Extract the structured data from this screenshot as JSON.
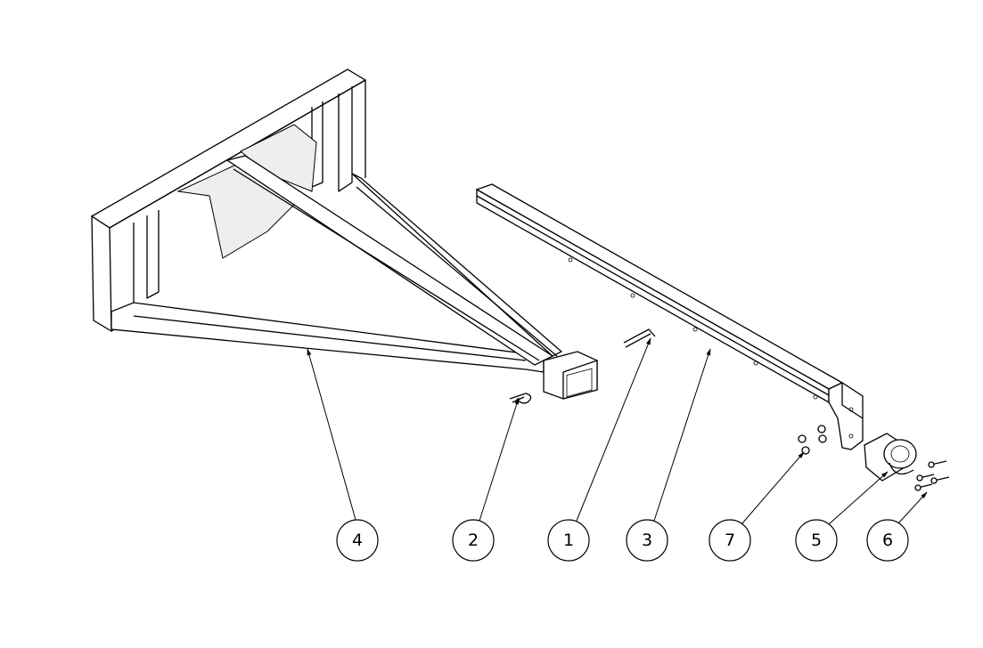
{
  "drawing": {
    "balloons": [
      {
        "label": "4",
        "part": "main-frame"
      },
      {
        "label": "2",
        "part": "lynch-pin"
      },
      {
        "label": "1",
        "part": "l-pin"
      },
      {
        "label": "3",
        "part": "drawbar-tube"
      },
      {
        "label": "7",
        "part": "nuts"
      },
      {
        "label": "5",
        "part": "pintle-hook"
      },
      {
        "label": "6",
        "part": "bolts"
      }
    ]
  }
}
